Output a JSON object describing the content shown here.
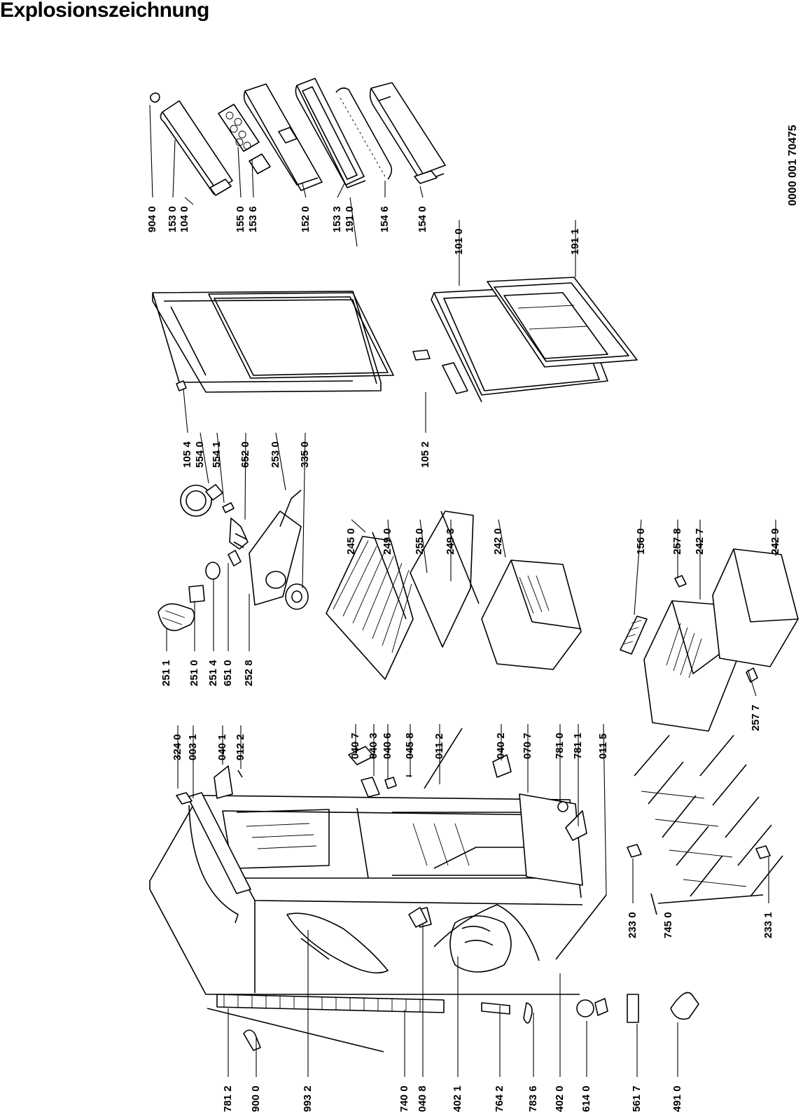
{
  "title": "Explosionszeichnung",
  "drawing_number": "0000 001 70475",
  "parts": {
    "p9040": "904 0",
    "p1530": "153 0",
    "p1040": "104 0",
    "p1550": "155 0",
    "p1536": "153 6",
    "p1520": "152 0",
    "p1533": "153 3",
    "p1910": "191 0",
    "p1546": "154 6",
    "p1540": "154 0",
    "p1010": "101 0",
    "p1911": "191 1",
    "p1054": "105 4",
    "p5540": "554 0",
    "p5541": "554 1",
    "p6520": "652 0",
    "p2530": "253 0",
    "p3350": "335 0",
    "p1052": "105 2",
    "p2511": "251 1",
    "p2510": "251 0",
    "p2514": "251 4",
    "p6510": "651 0",
    "p2528": "252 8",
    "p2450": "245 0",
    "p2490": "249 0",
    "p2550": "255 0",
    "p2493": "249 3",
    "p2420": "242 0",
    "p1560": "156 0",
    "p2578": "257 8",
    "p2427": "242 7",
    "p2429": "242 9",
    "p2577": "257 7",
    "p3240": "324 0",
    "p0031": "003 1",
    "p0401": "040 1",
    "p9122": "912 2",
    "p0407": "040 7",
    "p0403": "040 3",
    "p0406": "040 6",
    "p0458": "045 8",
    "p0112": "011 2",
    "p0402": "040 2",
    "p0707": "070 7",
    "p7810": "781 0",
    "p7811": "781 1",
    "p0115": "011 5",
    "p2330": "233 0",
    "p7450": "745 0",
    "p2331": "233 1",
    "p7812": "781 2",
    "p9000": "900 0",
    "p9932": "993 2",
    "p7400": "740 0",
    "p0408": "040 8",
    "p4021": "402 1",
    "p7642": "764 2",
    "p7836": "783 6",
    "p4020": "402 0",
    "p6140": "614 0",
    "p5617": "561 7",
    "p4910": "491 0"
  }
}
